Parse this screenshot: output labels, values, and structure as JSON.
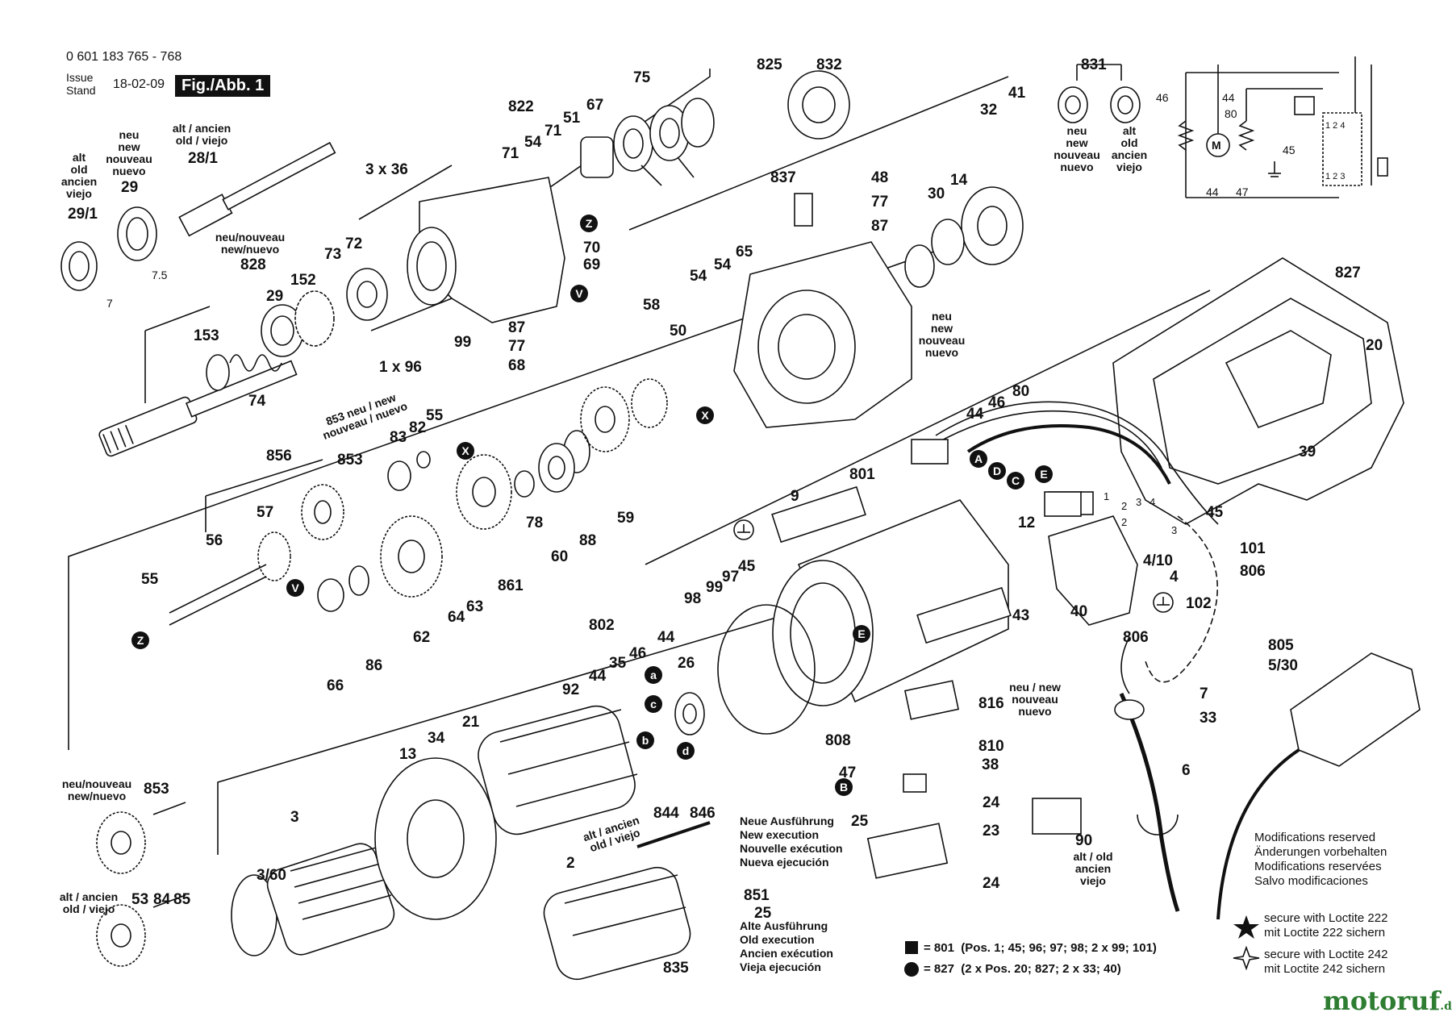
{
  "header": {
    "part_number": "0 601 183 765 - 768",
    "issue_label": "Issue\nStand",
    "issue_date": "18-02-09",
    "figure_tag": "Fig./Abb. 1"
  },
  "labels": {
    "alt": "alt\nold\nancien\nviejo",
    "neu": "neu\nnew\nnouveau\nnuevo",
    "alt_inline": "alt / ancien\nold / viejo",
    "neu_inline": "neu/nouveau\nnew/nuevo",
    "neu_853": "853 neu / new\nnouveau / nuevo",
    "neu_816": "neu / new\nnouveau\nnuevo",
    "alt_90": "alt / old\nancien\nviejo",
    "alt_2": "alt / ancien\nold / viejo"
  },
  "parts": {
    "p29_1": "29/1",
    "p29": "29",
    "p28_1": "28/1",
    "p7": "7",
    "p75a": "7.5",
    "p36": "3 x 36",
    "p822": "822",
    "p71a": "71",
    "p54a": "54",
    "p71b": "71",
    "p51": "51",
    "p67": "67",
    "p75": "75",
    "p825": "825",
    "p832": "832",
    "p831": "831",
    "p46t": "46",
    "p44t": "44",
    "p80t": "80",
    "p45t": "45",
    "p44b": "44",
    "p47t": "47",
    "p828": "828",
    "p73": "73",
    "p72": "72",
    "p152": "152",
    "p29b": "29",
    "p153": "153",
    "p74": "74",
    "p96": "1 x 96",
    "p99": "99",
    "p70": "70",
    "p69": "69",
    "p87a": "87",
    "p77a": "77",
    "p68": "68",
    "p837": "837",
    "p48": "48",
    "p77b": "77",
    "p87b": "87",
    "p30": "30",
    "p14": "14",
    "p32": "32",
    "p41": "41",
    "p58": "58",
    "p54b": "54",
    "p54c": "54",
    "p65": "65",
    "p50": "50",
    "p827": "827",
    "p20": "20",
    "p39": "39",
    "p856": "856",
    "p853": "853",
    "p83": "83",
    "p82": "82",
    "p55a": "55",
    "p57": "57",
    "p56": "56",
    "p55b": "55",
    "p78": "78",
    "p60": "60",
    "p88": "88",
    "p59": "59",
    "p861": "861",
    "p64": "64",
    "p63": "63",
    "p62": "62",
    "p66": "66",
    "p86": "86",
    "p44w": "44",
    "p46w": "46",
    "p80w": "80",
    "p801": "801",
    "p9": "9",
    "p12": "12",
    "p45w": "45",
    "p101": "101",
    "p806a": "806",
    "p4_10": "4/10",
    "p4": "4",
    "p40": "40",
    "p102": "102",
    "p806b": "806",
    "p43": "43",
    "p98": "98",
    "p99b": "99",
    "p97": "97",
    "p45c": "45",
    "p802": "802",
    "p92": "92",
    "p44m": "44",
    "p35": "35",
    "p46m": "46",
    "p44n": "44",
    "p26": "26",
    "p21": "21",
    "p34": "34",
    "p13": "13",
    "p808": "808",
    "p816": "816",
    "p810": "810",
    "p47": "47",
    "p38": "38",
    "p24a": "24",
    "p25a": "25",
    "p23": "23",
    "p90": "90",
    "p24b": "24",
    "p851": "851",
    "p25b": "25",
    "p805": "805",
    "p5_30": "5/30",
    "p7b": "7",
    "p33": "33",
    "p6": "6",
    "p853b": "853",
    "p3": "3",
    "p3_60": "3/60",
    "p53": "53",
    "p84": "84",
    "p85": "85",
    "p844": "844",
    "p846": "846",
    "p835": "835",
    "p2": "2",
    "w1": "1",
    "w2": "2",
    "w3": "3",
    "w4": "4",
    "w2b": "2",
    "w3b": "3"
  },
  "markers": {
    "z": "Z",
    "v": "V",
    "x": "X",
    "a": "A",
    "b": "B",
    "c": "C",
    "d": "D",
    "e": "E",
    "a_low": "a",
    "b_low": "b",
    "c_low": "c",
    "d_low": "d"
  },
  "notes": {
    "new_execution": "Neue Ausführung\nNew execution\nNouvelle exécution\nNueva ejecución",
    "old_execution": "Alte Ausführung\nOld execution\nAncien exécution\nVieja ejecución",
    "legend_square": "= 801  (Pos. 1; 45; 96; 97; 98; 2 x 99; 101)",
    "legend_dot": "= 827  (2 x Pos. 20; 827; 2 x 33; 40)",
    "modifications": "Modifications reserved\nÄnderungen vorbehalten\nModifications reservées\nSalvo modificaciones",
    "loctite_222": "secure with Loctite 222\nmit Loctite 222 sichern",
    "loctite_242": "secure with Loctite 242\nmit Loctite 242 sichern",
    "watermark": "motoruf",
    "watermark_tld": ".de"
  },
  "wiring_schematic": {
    "terminal_top": "1 2 4",
    "terminal_bottom": "1 2 3",
    "motor": "M"
  },
  "colors": {
    "ink": "#111111",
    "watermark": "#2e7d32"
  }
}
